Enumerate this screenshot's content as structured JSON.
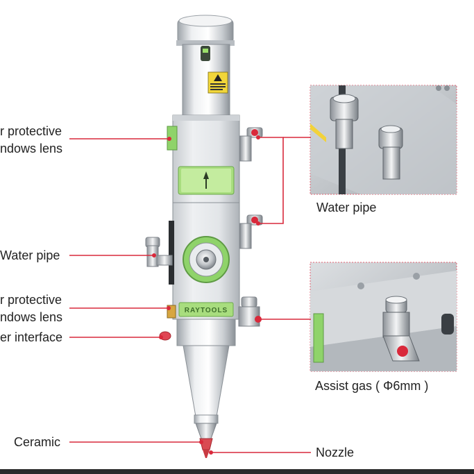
{
  "callouts": {
    "protective_window_upper_line1": "r protective",
    "protective_window_upper_line2": "ndows lens",
    "water_pipe_left": "Water pipe",
    "protective_window_lower_line1": "r protective",
    "protective_window_lower_line2": "ndows lens",
    "fiber_interface": "er interface",
    "ceramic": "Ceramic",
    "nozzle": "Nozzle",
    "water_pipe_right": "Water pipe",
    "assist_gas": "Assist gas ( Φ6mm )"
  },
  "head": {
    "brand_text": "RAYTOOLS"
  },
  "colors": {
    "leader_line": "#d9293b",
    "accent_green": "#8fd36a",
    "metal_light": "#e7e9ec",
    "metal_dark": "#9aa0a6",
    "label_text": "#222222"
  }
}
